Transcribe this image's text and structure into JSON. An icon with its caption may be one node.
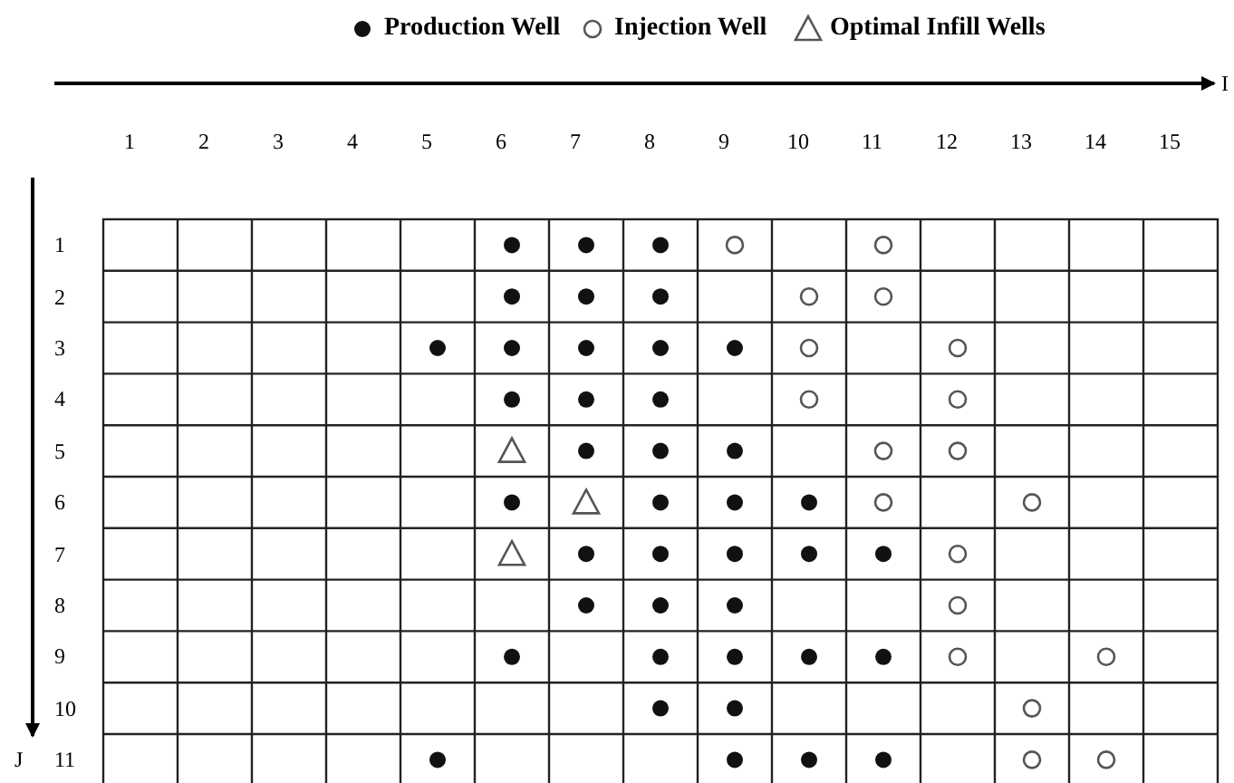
{
  "diagram": {
    "labels": [
      "I",
      "1",
      "2",
      "3",
      "4",
      "5",
      "6",
      "7",
      "8",
      "9",
      "10",
      "11",
      "12",
      "13",
      "14",
      "15",
      "1",
      "2",
      "3",
      "4",
      "5",
      "6",
      "7",
      "8",
      "9",
      "10",
      "J",
      "11"
    ],
    "legend": [
      {
        "text": "Production Well"
      },
      {
        "text": "Injection Well"
      },
      {
        "text": "Optimal Infill Wells"
      }
    ]
  }
}
